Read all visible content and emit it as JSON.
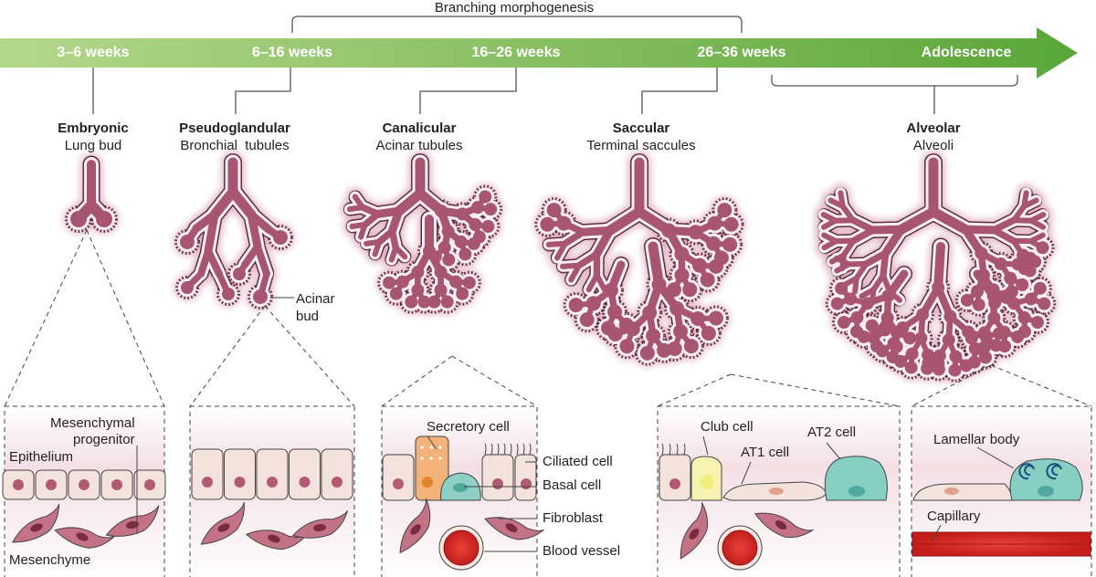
{
  "header": {
    "bracket_label": "Branching morphogenesis"
  },
  "timeline": {
    "labels": [
      "3–6 weeks",
      "6–16 weeks",
      "16–26 weeks",
      "26–36 weeks",
      "Adolescence"
    ]
  },
  "stages": [
    {
      "name": "Embryonic",
      "structure": "Lung bud"
    },
    {
      "name": "Pseudoglandular",
      "structure": "Bronchial  tubules"
    },
    {
      "name": "Canalicular",
      "structure": "Acinar tubules"
    },
    {
      "name": "Saccular",
      "structure": "Terminal saccules"
    },
    {
      "name": "Alveolar",
      "structure": "Alveoli"
    }
  ],
  "annotations": {
    "acinar_bud": "Acinar\nbud",
    "mesenchymal_progenitor": "Mesenchymal\nprogenitor",
    "epithelium": "Epithelium",
    "mesenchyme": "Mesenchyme",
    "secretory_cell": "Secretory cell",
    "ciliated_cell": "Ciliated cell",
    "basal_cell": "Basal cell",
    "fibroblast": "Fibroblast",
    "blood_vessel": "Blood vessel",
    "club_cell": "Club cell",
    "at1_cell": "AT1 cell",
    "at2_cell": "AT2 cell",
    "lamellar_body": "Lamellar body",
    "capillary": "Capillary"
  },
  "colors": {
    "timeline_start": "#b5d78c",
    "timeline_end": "#5aa638",
    "airway": "#a85570",
    "airway_glow": "#d9a5b4",
    "cell_fill": "#f4e2dc",
    "nucleus": "#b15a72",
    "mesenchyme_bg": "#f3dfe4",
    "secretory": "#f2b27a",
    "basal": "#8fd0c6",
    "club": "#f6f2b2",
    "at2": "#86cfc2",
    "blood": "#e0302c"
  }
}
